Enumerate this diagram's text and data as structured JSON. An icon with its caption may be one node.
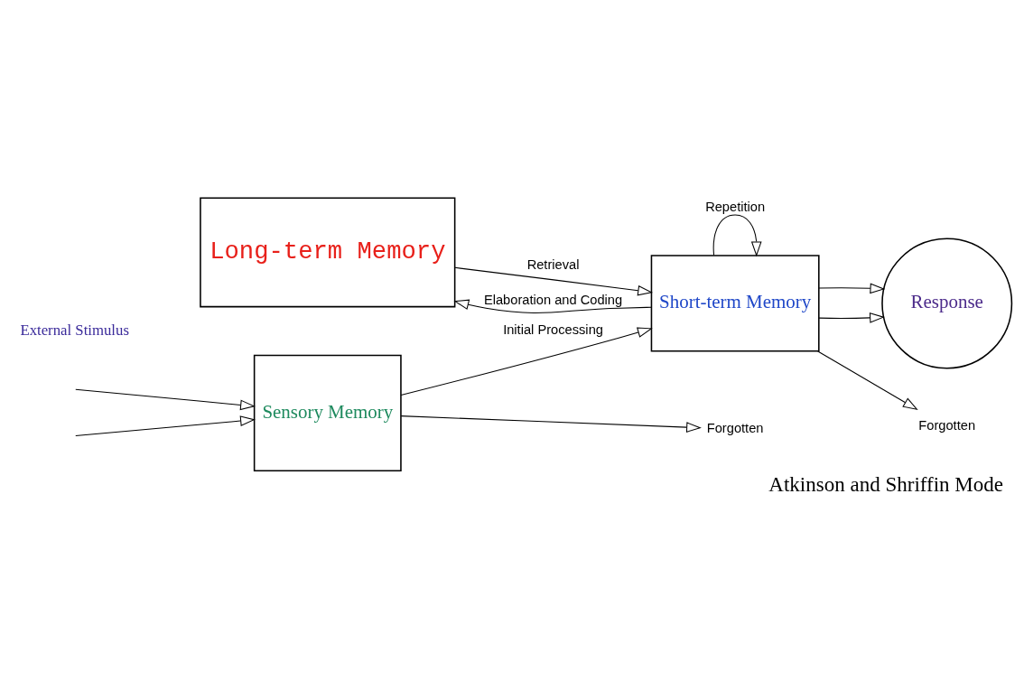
{
  "diagram": {
    "caption": "Atkinson and Shriffin Mode",
    "nodes": [
      {
        "text": [
          "Long-term Memory"
        ]
      },
      {
        "text": [
          "Sensory Memory"
        ]
      },
      {
        "text": [
          "Short-term Memory"
        ]
      },
      {
        "text": [
          "Response"
        ]
      },
      {
        "text": [
          "Forgotten"
        ]
      },
      {
        "text": [
          "Forgotten"
        ]
      }
    ],
    "edges": [
      {
        "from": null,
        "to": 1,
        "arrow": "to"
      },
      {
        "from": null,
        "to": 1,
        "arrow": "to"
      },
      {
        "from": 1,
        "to": 2,
        "arrow": "to",
        "label": "Initial Processing"
      },
      {
        "from": 0,
        "to": 2,
        "arrow": "to",
        "label": "Retrieval"
      },
      {
        "from": 2,
        "to": 0,
        "arrow": "to",
        "label": "Elaboration and Coding"
      },
      {
        "from": 2,
        "to": 3,
        "arrow": "to"
      },
      {
        "from": 2,
        "to": 3,
        "arrow": "to"
      },
      {
        "from": 1,
        "to": 4,
        "arrow": "to"
      },
      {
        "from": 2,
        "to": 5,
        "arrow": "to"
      },
      {
        "from": 2,
        "to": 2,
        "arrow": "to",
        "label": "Repetition"
      }
    ],
    "labels": [
      "External Stimulus"
    ]
  }
}
